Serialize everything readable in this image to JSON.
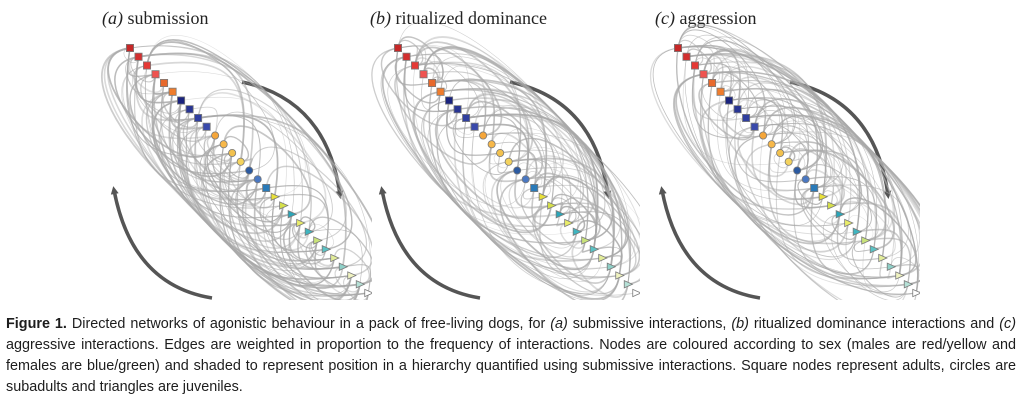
{
  "panels": [
    {
      "id": "a",
      "label": "(a)",
      "title": "submission",
      "arrows": "left-up-right-down",
      "seed": 11
    },
    {
      "id": "b",
      "label": "(b)",
      "title": "ritualized dominance",
      "arrows": "left-up-right-down",
      "seed": 29
    },
    {
      "id": "c",
      "label": "(c)",
      "title": "aggression",
      "arrows": "left-up-right-down",
      "seed": 47
    }
  ],
  "nodes": [
    {
      "shape": "square",
      "color": "#c62828"
    },
    {
      "shape": "square",
      "color": "#d32f2f"
    },
    {
      "shape": "square",
      "color": "#e53935"
    },
    {
      "shape": "square",
      "color": "#ef5350"
    },
    {
      "shape": "square",
      "color": "#e8692c"
    },
    {
      "shape": "square",
      "color": "#ef7d2d"
    },
    {
      "shape": "square",
      "color": "#1a237e"
    },
    {
      "shape": "square",
      "color": "#283593"
    },
    {
      "shape": "square",
      "color": "#303f9f"
    },
    {
      "shape": "square",
      "color": "#3949ab"
    },
    {
      "shape": "circle",
      "color": "#f5a63a"
    },
    {
      "shape": "circle",
      "color": "#f7b84a"
    },
    {
      "shape": "circle",
      "color": "#f2c14e"
    },
    {
      "shape": "circle",
      "color": "#f4d35e"
    },
    {
      "shape": "circle",
      "color": "#2c5aa0"
    },
    {
      "shape": "circle",
      "color": "#4a78c2"
    },
    {
      "shape": "square",
      "color": "#2a7ab8"
    },
    {
      "shape": "triangle",
      "color": "#e8e03a"
    },
    {
      "shape": "triangle",
      "color": "#d6e04a"
    },
    {
      "shape": "triangle",
      "color": "#2aa5b8"
    },
    {
      "shape": "triangle",
      "color": "#e9ec6a"
    },
    {
      "shape": "triangle",
      "color": "#3fb5c0"
    },
    {
      "shape": "triangle",
      "color": "#c9e37a"
    },
    {
      "shape": "triangle",
      "color": "#5bc2c4"
    },
    {
      "shape": "triangle",
      "color": "#e3ed9a"
    },
    {
      "shape": "triangle",
      "color": "#8fd0c8"
    },
    {
      "shape": "triangle",
      "color": "#f0f3c0"
    },
    {
      "shape": "triangle",
      "color": "#b5e0d6"
    },
    {
      "shape": "triangle",
      "color": "#ffffff"
    }
  ],
  "colors": {
    "edge": "#a9a9a9",
    "arrow": "#555555"
  },
  "caption": {
    "fig_label": "Figure 1.",
    "t1": " Directed networks of agonistic behaviour in a pack of free-living dogs, for ",
    "a": "(a)",
    "t2": " submissive interactions, ",
    "b": "(b)",
    "t3": " ritualized dominance interactions and ",
    "c": "(c)",
    "t4": " aggressive interactions. Edges are weighted in proportion to the frequency of interactions. Nodes are coloured according to sex (males are red/yellow and females are blue/green) and shaded to represent position in a hierarchy quantified using submissive interactions. Square nodes represent adults, circles are subadults and triangles are juveniles."
  }
}
